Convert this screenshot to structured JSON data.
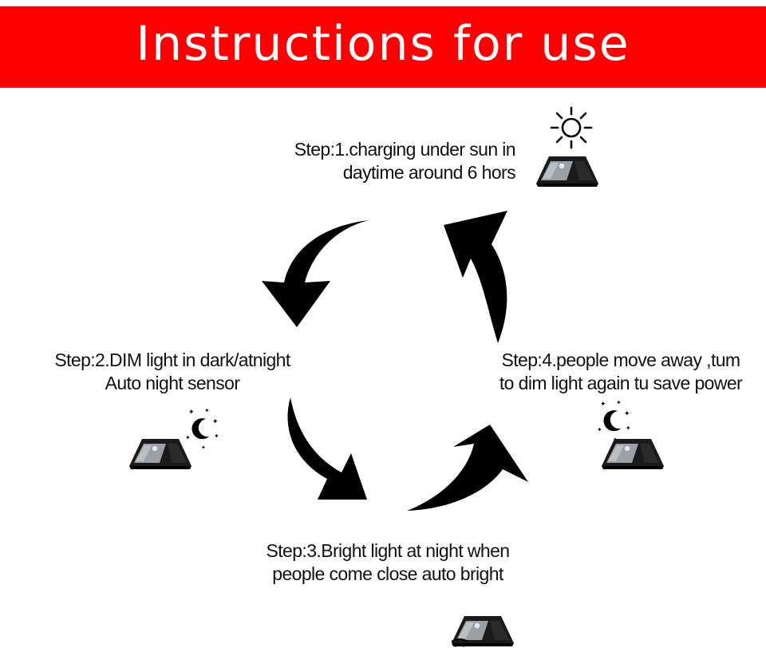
{
  "banner": {
    "title": "Instructions for use",
    "color": "#ff0000"
  },
  "steps": [
    {
      "lines": [
        "Step:1.charging under sun in",
        "daytime around 6 hors"
      ],
      "icon": "sun-icon"
    },
    {
      "lines": [
        "Step:2.DIM light in dark/atnight",
        "Auto night sensor"
      ],
      "icon": "moon-stars-icon"
    },
    {
      "lines": [
        "Step:3.Bright light at night when",
        "people come close auto bright"
      ],
      "icon": "motion-sensor-icon"
    },
    {
      "lines": [
        "Step:4.people move away ,tum",
        "to dim light again tu save power"
      ],
      "icon": "moon-stars-icon"
    }
  ],
  "colors": {
    "arrow": "#000000",
    "text": "#111111",
    "lamp_body": "#1a1a1a",
    "lamp_panel": "#9aa0a8"
  }
}
